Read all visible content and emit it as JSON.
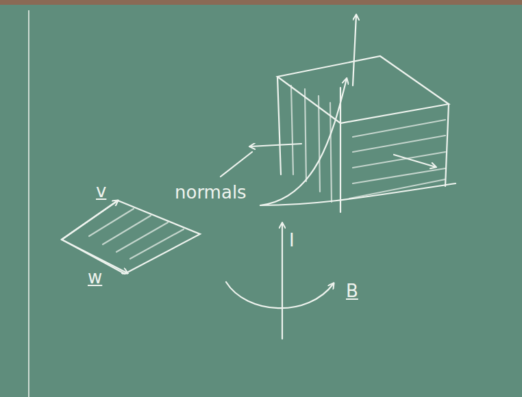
{
  "diagram": {
    "labels": [
      "v",
      "w",
      "normals",
      "I",
      "B"
    ]
  }
}
